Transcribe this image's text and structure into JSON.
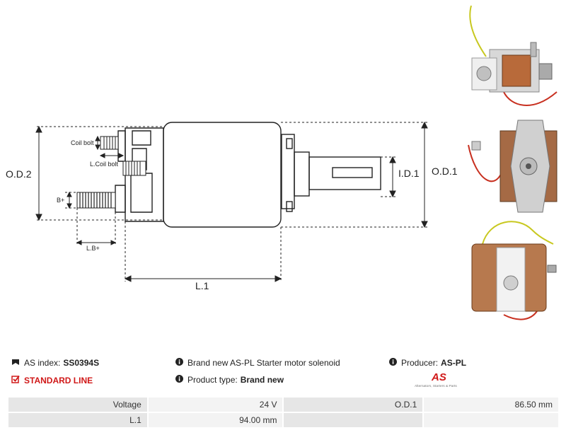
{
  "drawing": {
    "labels": {
      "od2": "O.D.2",
      "od1": "O.D.1",
      "id1": "I.D.1",
      "l1": "L.1",
      "bplus": "B+",
      "lbplus": "L.B+",
      "coil_bolt": "Coil bolt",
      "l_coil_bolt": "L.Coil bolt"
    }
  },
  "info": {
    "as_index_label": "AS index:",
    "as_index_value": "SS0394S",
    "standard_line": "STANDARD LINE",
    "description": "Brand new AS-PL Starter motor solenoid",
    "product_type_label": "Product type:",
    "product_type_value": "Brand new",
    "producer_label": "Producer:",
    "producer_value": "AS-PL",
    "logo_text": "AS",
    "logo_tagline": "Alternators, Starters & Parts"
  },
  "specs": [
    {
      "label1": "Voltage",
      "value1": "24 V",
      "label2": "O.D.1",
      "value2": "86.50 mm"
    },
    {
      "label1": "L.1",
      "value1": "94.00 mm",
      "label2": "",
      "value2": ""
    }
  ],
  "colors": {
    "accent_red": "#d01818",
    "row_key_bg": "#e6e6e6",
    "row_val_bg": "#f3f3f3"
  },
  "icons": [
    "bookmark-icon",
    "checkbox-icon",
    "info-icon"
  ]
}
